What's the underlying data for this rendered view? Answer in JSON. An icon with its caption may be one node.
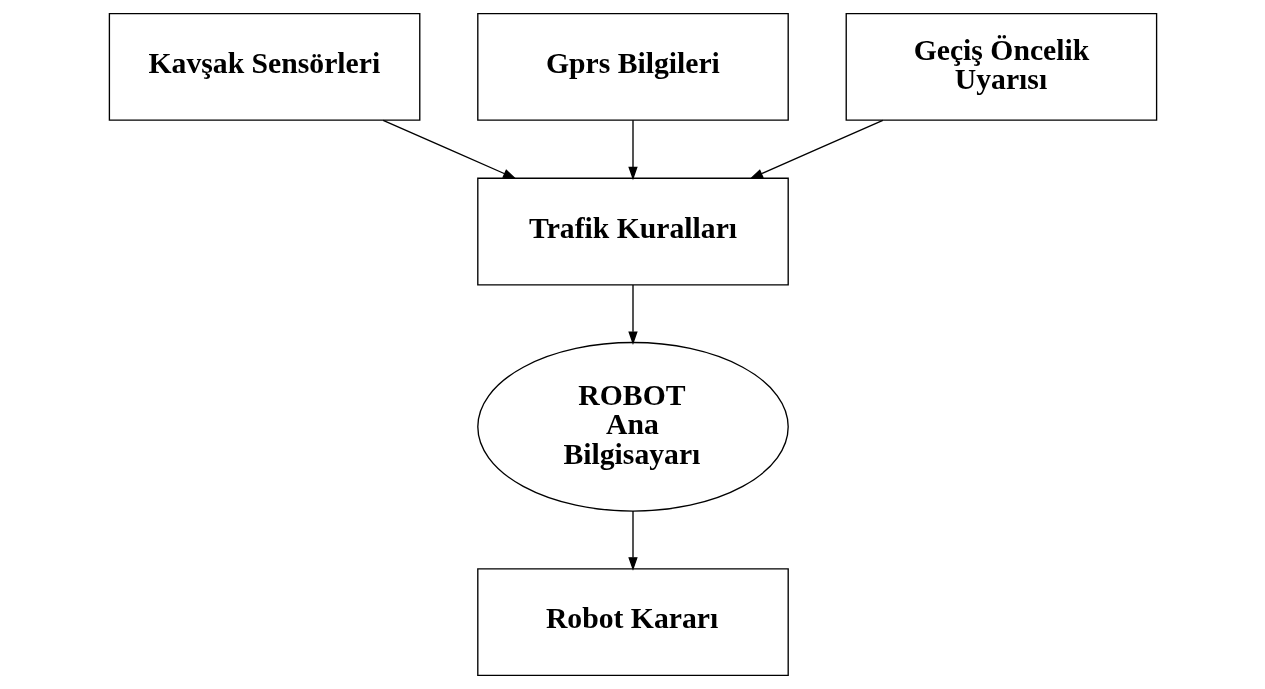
{
  "diagram": {
    "nodes": [
      {
        "text": [
          "Kavşak Sensörleri"
        ]
      },
      {
        "text": [
          "Gprs Bilgileri"
        ]
      },
      {
        "text": [
          "Geçiş Öncelik Uyarısı"
        ]
      },
      {
        "text": [
          "Trafik Kuralları"
        ]
      },
      {
        "text": [
          "ROBOT Ana Bilgisayarı"
        ]
      },
      {
        "text": [
          "Robot Kararı"
        ]
      }
    ],
    "edges": [
      {
        "from": 0,
        "to": 3,
        "arrow": "to"
      },
      {
        "from": 1,
        "to": 3,
        "arrow": "to"
      },
      {
        "from": 2,
        "to": 3,
        "arrow": "to"
      },
      {
        "from": 3,
        "to": 4,
        "arrow": "to"
      },
      {
        "from": 4,
        "to": 5,
        "arrow": "to"
      }
    ]
  }
}
